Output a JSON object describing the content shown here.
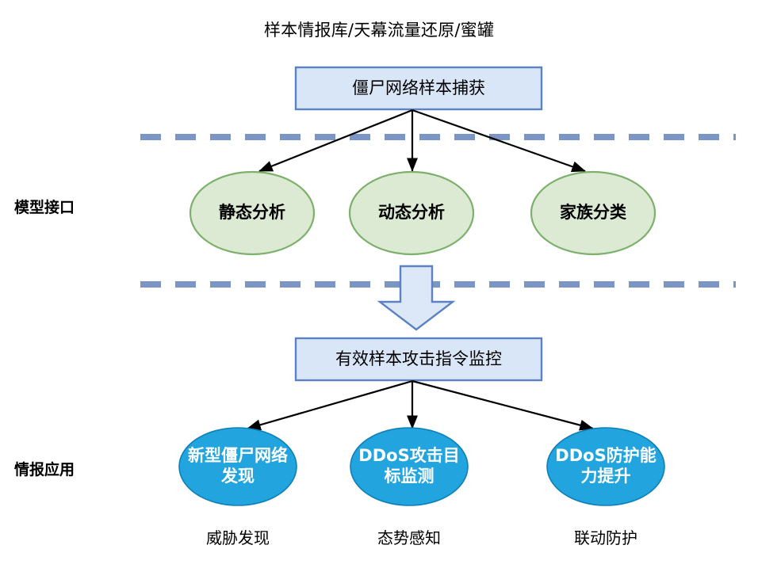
{
  "diagram": {
    "title": "样本情报库/天幕流量还原/蜜罐",
    "colors": {
      "box_fill": "#d9e6f7",
      "box_border": "#5b82c2",
      "green_fill": "#dcead4",
      "green_border": "#7cb06b",
      "blue_fill": "#22a5df",
      "blue_border": "#0f7fb8",
      "dash_line": "#7b95c4",
      "arrow_fill": "#dce7f8",
      "arrow_border": "#5b82c2",
      "connector": "#000000",
      "text_dark": "#000000",
      "text_light": "#ffffff"
    },
    "side_labels": [
      {
        "label": "模型接口"
      },
      {
        "label": "情报应用"
      }
    ],
    "boxes": [
      {
        "id": "capture",
        "label": "僵尸网络样本捕获"
      },
      {
        "id": "monitor",
        "label": "有效样本攻击指令监控"
      }
    ],
    "model_nodes": [
      {
        "id": "static",
        "label": "静态分析"
      },
      {
        "id": "dynamic",
        "label": "动态分析"
      },
      {
        "id": "family",
        "label": "家族分类"
      }
    ],
    "application_nodes": [
      {
        "id": "new-botnet",
        "label": "新型僵尸网络发现",
        "caption": "威胁发现"
      },
      {
        "id": "ddos-target",
        "label": "DDoS攻击目标监测",
        "caption": "态势感知"
      },
      {
        "id": "ddos-defense",
        "label": "DDoS防护能力提升",
        "caption": "联动防护"
      }
    ],
    "captions": [
      {
        "label": "威胁发现"
      },
      {
        "label": "态势感知"
      },
      {
        "label": "联动防护"
      }
    ],
    "flow_arrow": {
      "name": "down-block-arrow"
    },
    "separators": [
      {
        "name": "dashed-separator-top"
      },
      {
        "name": "dashed-separator-bottom"
      }
    ]
  }
}
